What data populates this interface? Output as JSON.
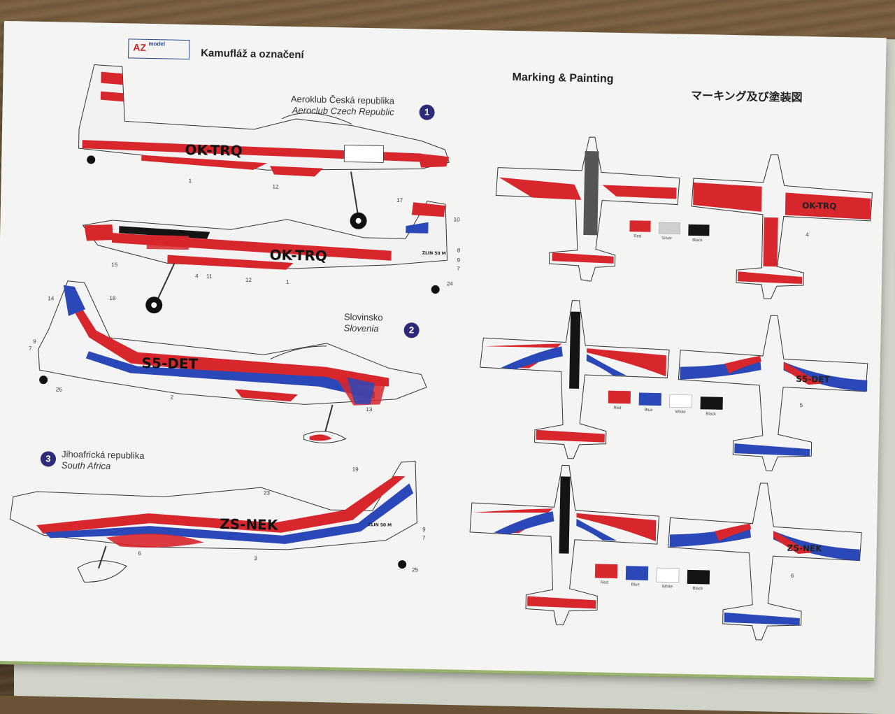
{
  "header": {
    "brand": "AZ",
    "brand_suffix": "model",
    "title_cz": "Kamufláž a označení",
    "title_en": "Marking & Painting",
    "title_jp": "マーキング及び塗装図"
  },
  "schemes": [
    {
      "number": "1",
      "name_local": "Aeroklub Česká republika",
      "name_en": "Aeroclub Czech Republic",
      "registration": "OK-TRQ"
    },
    {
      "number": "2",
      "name_local": "Slovinsko",
      "name_en": "Slovenia",
      "registration": "S5-DET"
    },
    {
      "number": "3",
      "name_local": "Jihoafrická republika",
      "name_en": "South Africa",
      "registration": "ZS-NEK"
    }
  ],
  "colors": {
    "red": "#d7262c",
    "blue": "#2b48b8",
    "white": "#ffffff",
    "black": "#141414",
    "silver": "#cfcfcf"
  },
  "swatches": {
    "scheme1": [
      "Red",
      "Silver",
      "Black"
    ],
    "scheme2": [
      "Red",
      "Blue",
      "White",
      "Black"
    ],
    "scheme3": [
      "Red",
      "Blue",
      "White",
      "Black"
    ]
  },
  "callouts": {
    "s1_top": [
      "1",
      "12"
    ],
    "s1_bottom": [
      "17",
      "10",
      "8",
      "9",
      "7",
      "15",
      "4",
      "11",
      "12",
      "1",
      "24"
    ],
    "s2": [
      "14",
      "18",
      "9",
      "7",
      "26",
      "2",
      "13",
      "5"
    ],
    "s3": [
      "19",
      "23",
      "9",
      "7",
      "25",
      "6",
      "3"
    ],
    "s1_plan": [
      "4"
    ],
    "s3_plan": [
      "6"
    ],
    "model_text": [
      "ZLIN 50 M"
    ]
  }
}
